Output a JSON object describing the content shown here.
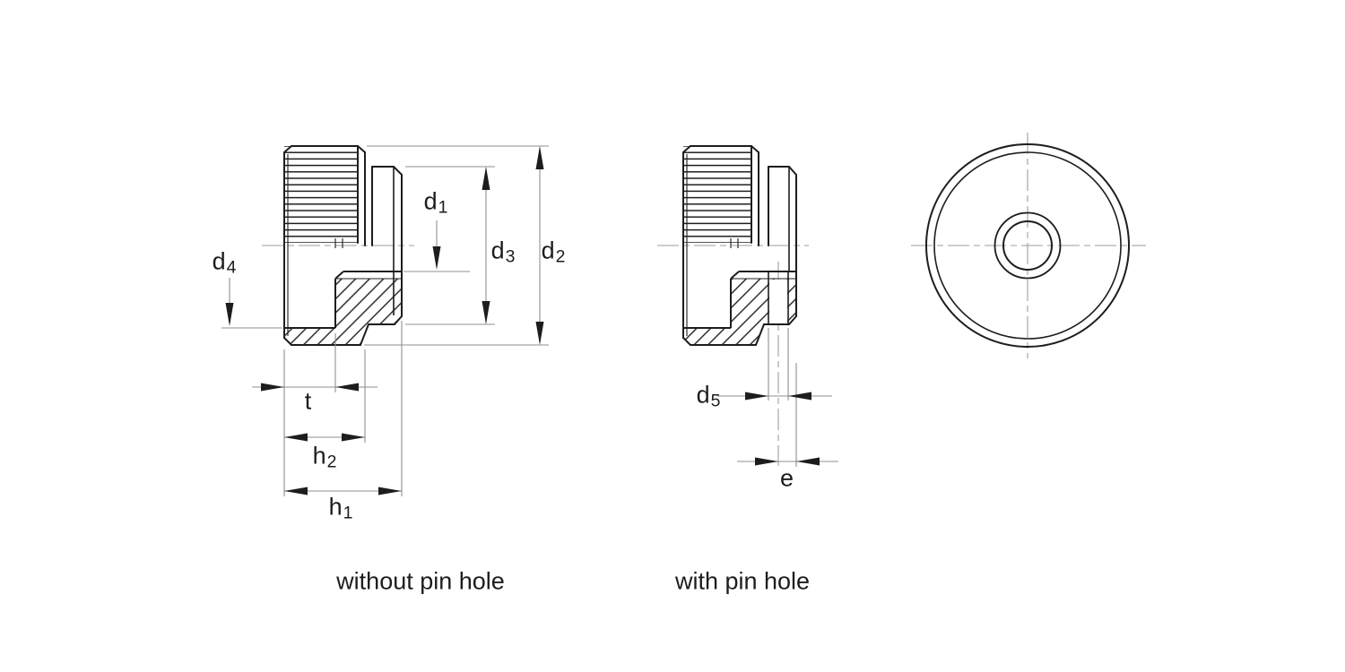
{
  "drawing": {
    "kind": "dimensioned technical drawing, three views"
  },
  "colors": {
    "outline": "#1d1d1b",
    "dimension_line": "#8f8f8f",
    "centerline": "#9e9e9e",
    "label": "#1d1d1b",
    "background": "#ffffff"
  },
  "views": [
    {
      "id": "section-without-pin-hole",
      "caption": "without pin hole"
    },
    {
      "id": "section-with-pin-hole",
      "caption": "with pin hole"
    },
    {
      "id": "front-view",
      "caption": ""
    }
  ],
  "dimension_labels": {
    "d1": {
      "base": "d",
      "sub": "1"
    },
    "d2": {
      "base": "d",
      "sub": "2"
    },
    "d3": {
      "base": "d",
      "sub": "3"
    },
    "d4": {
      "base": "d",
      "sub": "4"
    },
    "d5": {
      "base": "d",
      "sub": "5"
    },
    "t": {
      "base": "t",
      "sub": ""
    },
    "h1": {
      "base": "h",
      "sub": "1"
    },
    "h2": {
      "base": "h",
      "sub": "2"
    },
    "e": {
      "base": "e",
      "sub": ""
    }
  }
}
